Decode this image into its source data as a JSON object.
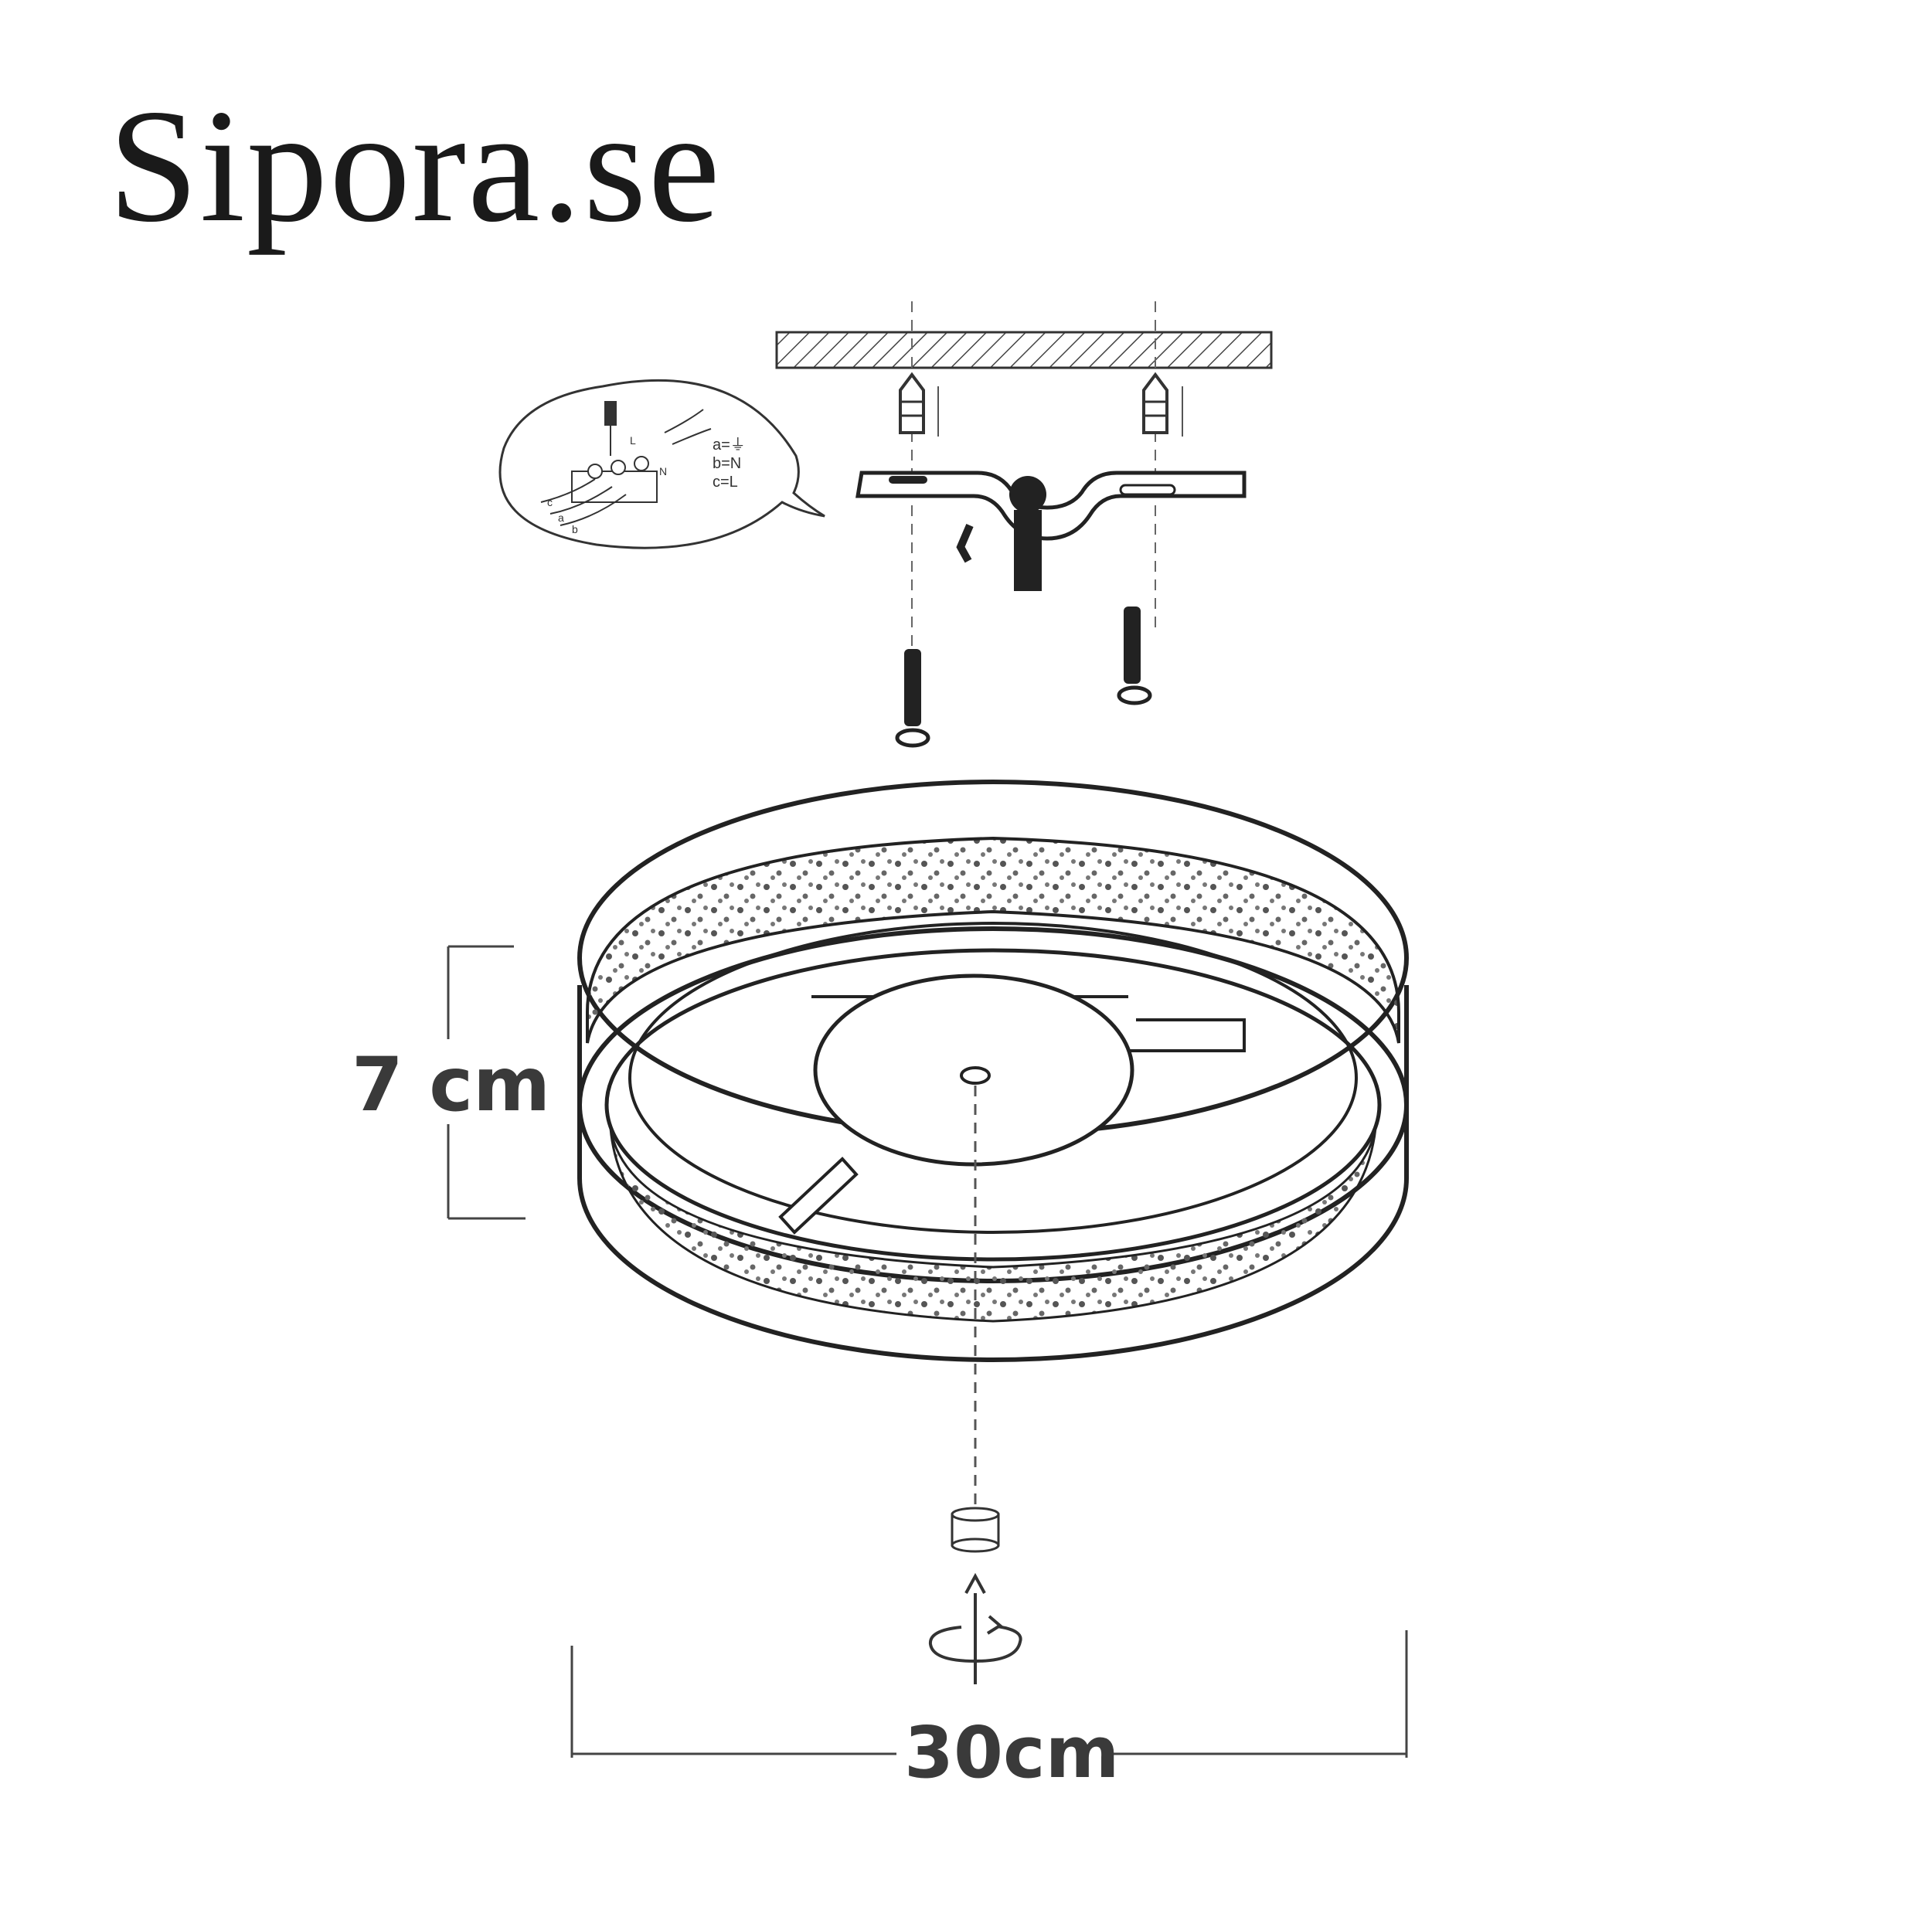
{
  "brand": {
    "name": "Sipora.se"
  },
  "wiring_legend": {
    "earth": "a=⏚",
    "neutral": "b=N",
    "live": "c=L",
    "wire_labels": [
      "c",
      "a",
      "b"
    ],
    "terminal_labels": [
      "L",
      "N"
    ]
  },
  "dimensions": {
    "height": "7 cm",
    "diameter": "30cm"
  },
  "icons": [
    "ceiling-hatch-icon",
    "wall-plug-icon",
    "mounting-bracket-icon",
    "screw-icon",
    "finial-nut-icon",
    "rotate-arrow-icon"
  ]
}
